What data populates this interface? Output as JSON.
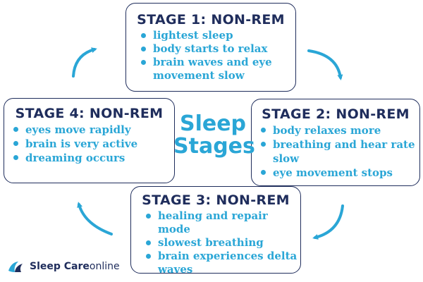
{
  "center": {
    "line1": "Sleep",
    "line2": "Stages"
  },
  "stages": [
    {
      "title": "STAGE 1: NON-REM",
      "items": [
        "lightest sleep",
        "body starts to relax",
        "brain waves and eye movement slow"
      ]
    },
    {
      "title": "STAGE 2: NON-REM",
      "items": [
        "body relaxes more",
        "breathing and hear rate slow",
        "eye movement stops"
      ]
    },
    {
      "title": "STAGE 3: NON-REM",
      "items": [
        "healing and repair mode",
        "slowest breathing",
        "brain experiences delta waves"
      ]
    },
    {
      "title": "STAGE 4: NON-REM",
      "items": [
        "eyes move rapidly",
        "brain is very active",
        "dreaming occurs"
      ]
    }
  ],
  "logo": {
    "brand_bold": "Sleep Care",
    "brand_light": "online"
  },
  "colors": {
    "navy": "#1f2d5c",
    "accent": "#2aa6d6"
  },
  "icons": [
    "arrow-icon",
    "logo-icon"
  ]
}
